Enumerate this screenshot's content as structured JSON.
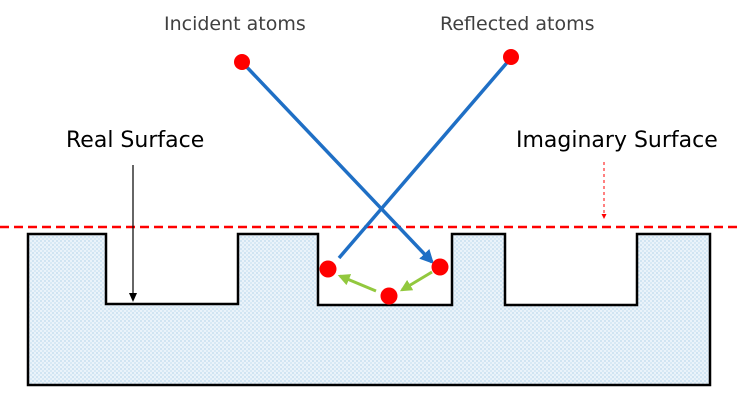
{
  "labels": {
    "incident": "Incident atoms",
    "reflected": "Reflected atoms",
    "real_surface": "Real Surface",
    "imaginary_surface": "Imaginary Surface"
  },
  "colors": {
    "atom": "#ff0000",
    "trajectory": "#1f6fc5",
    "bounce_arrow": "#92c83e",
    "imaginary_surface_line": "#ff0000",
    "solid_fill": "#e9f3fa",
    "solid_outline": "#000000"
  }
}
